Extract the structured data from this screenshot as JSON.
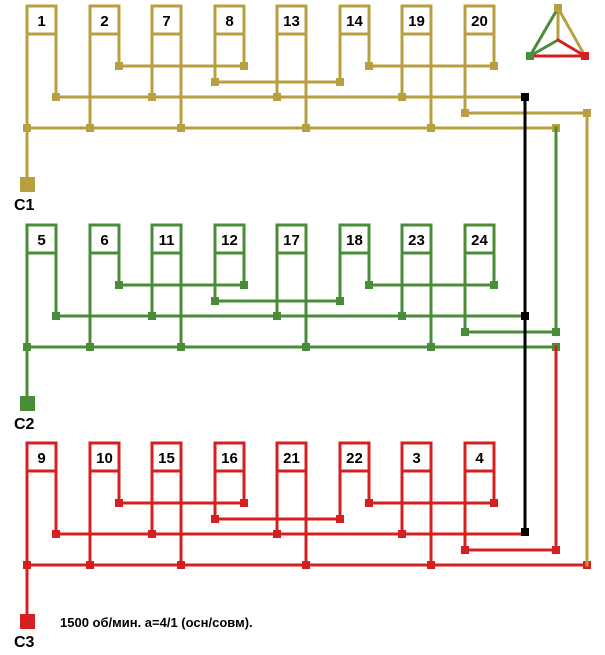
{
  "colors": {
    "phase1": "#b8a040",
    "phase2": "#4a8c3a",
    "phase3": "#d42020",
    "bridge": "#000000"
  },
  "groups": [
    {
      "terminal": "C1",
      "coils": [
        "1",
        "2",
        "7",
        "8",
        "13",
        "14",
        "19",
        "20"
      ]
    },
    {
      "terminal": "C2",
      "coils": [
        "5",
        "6",
        "11",
        "12",
        "17",
        "18",
        "23",
        "24"
      ]
    },
    {
      "terminal": "C3",
      "coils": [
        "9",
        "10",
        "15",
        "16",
        "21",
        "22",
        "3",
        "4"
      ]
    }
  ],
  "caption": "1500 об/мин. а=4/1 (осн/совм).",
  "legend_icon": "star-delta-triangle-icon"
}
